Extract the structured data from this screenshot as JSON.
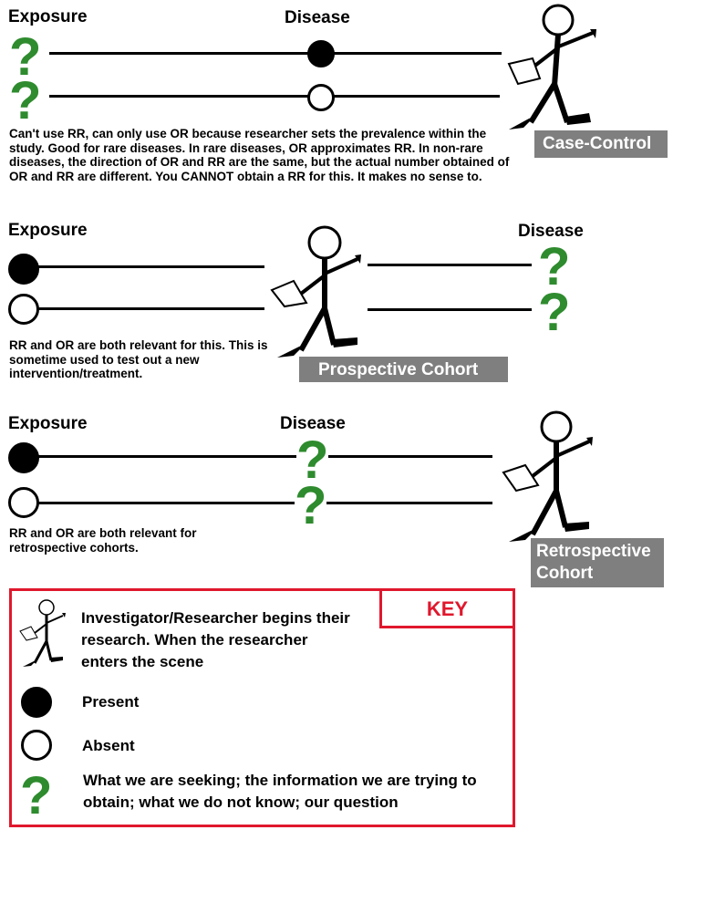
{
  "colors": {
    "question_mark": "#2e8b2e",
    "key_border": "#e0182d",
    "tag_bg": "#7f7f7f"
  },
  "symbols": {
    "question": "?"
  },
  "case_control": {
    "exposure_label": "Exposure",
    "disease_label": "Disease",
    "tag": "Case-Control",
    "note": "Can't use RR, can only use OR because researcher sets the prevalence within the study. Good for rare diseases. In rare diseases, OR approximates RR. In non-rare diseases, the direction of OR and RR are the same, but the actual number obtained of OR and RR are different. You CANNOT obtain a RR for this. It makes no sense to."
  },
  "prospective": {
    "exposure_label": "Exposure",
    "disease_label": "Disease",
    "tag": "Prospective Cohort",
    "note": "RR and OR are both relevant for this. This is sometime used to test out a new intervention/treatment."
  },
  "retrospective": {
    "exposure_label": "Exposure",
    "disease_label": "Disease",
    "tag_line1": "Retrospective",
    "tag_line2": "Cohort",
    "note": "RR and OR are both relevant for retrospective cohorts."
  },
  "key": {
    "title": "KEY",
    "investigator": "Investigator/Researcher begins their research. When the researcher enters the scene",
    "present": "Present",
    "absent": "Absent",
    "question": "What we are seeking; the information we are trying to obtain; what we do not know; our question"
  }
}
